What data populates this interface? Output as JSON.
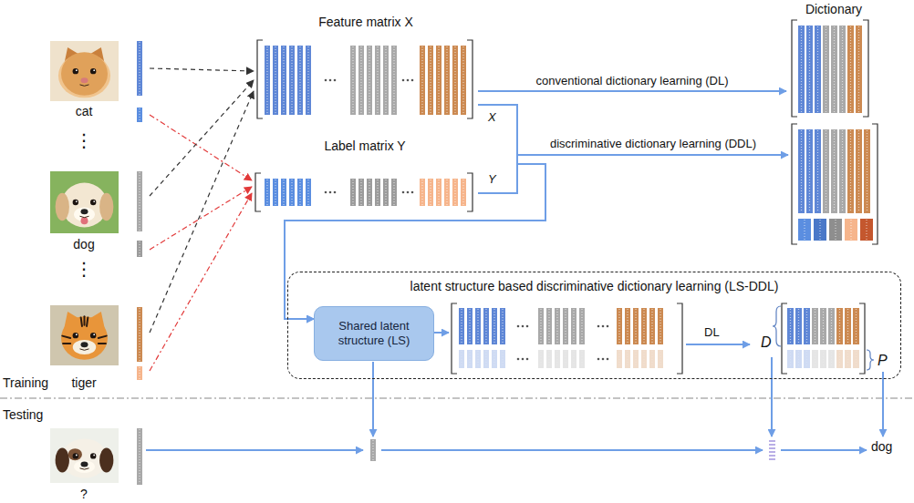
{
  "diagram": {
    "nodes": [
      {
        "text": [
          "cat"
        ]
      },
      {
        "text": [
          "dog"
        ]
      },
      {
        "text": [
          "tiger"
        ]
      },
      {
        "text": [
          "Feature matrix X"
        ]
      },
      {
        "text": [
          "Label matrix Y"
        ]
      },
      {
        "text": [
          "Dictionary"
        ]
      },
      {
        "text": [
          "latent structure based discriminative dictionary learning (LS-DDL)"
        ]
      },
      {
        "text": [
          "Shared latent structure (LS)"
        ],
        "in": 6
      },
      {
        "text": [
          "?"
        ]
      }
    ],
    "edges": [
      {
        "from": 0,
        "to": 3,
        "arrow": "to"
      },
      {
        "from": 0,
        "to": 4,
        "arrow": "to"
      },
      {
        "from": 1,
        "to": 3,
        "arrow": "to"
      },
      {
        "from": 1,
        "to": 4,
        "arrow": "to"
      },
      {
        "from": 2,
        "to": 3,
        "arrow": "to"
      },
      {
        "from": 2,
        "to": 4,
        "arrow": "to"
      },
      {
        "from": 3,
        "to": 5,
        "label": "conventional dictionary learning (DL)",
        "arrow": "to"
      },
      {
        "from": 3,
        "to": 7,
        "arrow": "to"
      },
      {
        "from": 4,
        "to": 7,
        "arrow": "to"
      }
    ],
    "labels": [
      "⋮",
      "⋮",
      "X",
      "Y",
      "discriminative dictionary learning (DDL)",
      "DL",
      "D",
      "P",
      "Training",
      "Testing",
      "dog"
    ]
  }
}
